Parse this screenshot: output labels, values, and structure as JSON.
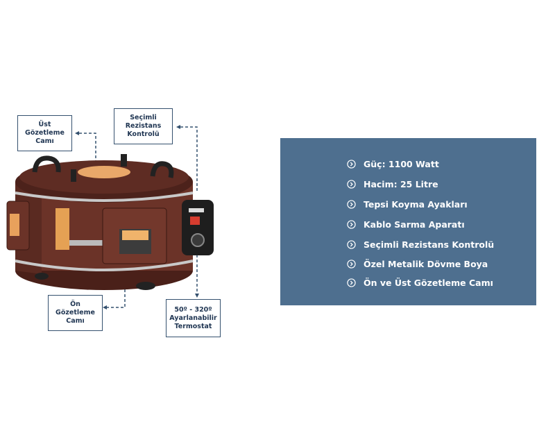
{
  "callouts": {
    "top_window": "Üst\nGözetleme\nCamı",
    "heater_control": "Seçimli\nRezistans\nKontrolü",
    "front_window": "Ön\nGözetleme\nCamı",
    "thermostat": "50º - 320º\nAyarlanabilir\nTermostat"
  },
  "features": [
    "Güç: 1100 Watt",
    "Hacim: 25 Litre",
    "Tepsi Koyma Ayakları",
    "Kablo Sarma Aparatı",
    "Seçimli Rezistans Kontrolü",
    "Özel Metalik Dövme Boya",
    "Ön ve Üst Gözetleme Camı"
  ],
  "colors": {
    "panel": "#4e6f8f",
    "callout_border": "#34506e",
    "oven_body": "#6b3328"
  }
}
